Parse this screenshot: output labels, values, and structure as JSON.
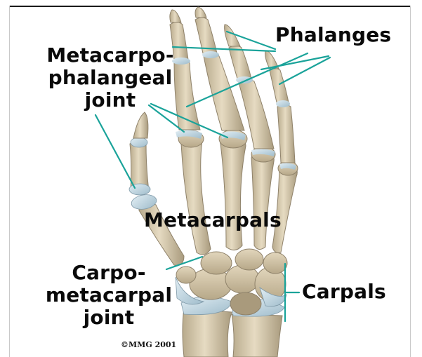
{
  "labels": {
    "phalanges": "Phalanges",
    "mcp_line1": "Metacarpo-",
    "mcp_line2": "phalangeal",
    "mcp_line3": "joint",
    "metacarpals": "Metacarpals",
    "cmc_line1": "Carpo-",
    "cmc_line2": "metacarpal",
    "cmc_line3": "joint",
    "carpals": "Carpals"
  },
  "copyright": "©MMG 2001",
  "colors": {
    "leader_line": "#1aa39a",
    "bone": "#d9ccb0",
    "bone_shadow": "#a89a7f",
    "cartilage": "#b9cfdc"
  }
}
